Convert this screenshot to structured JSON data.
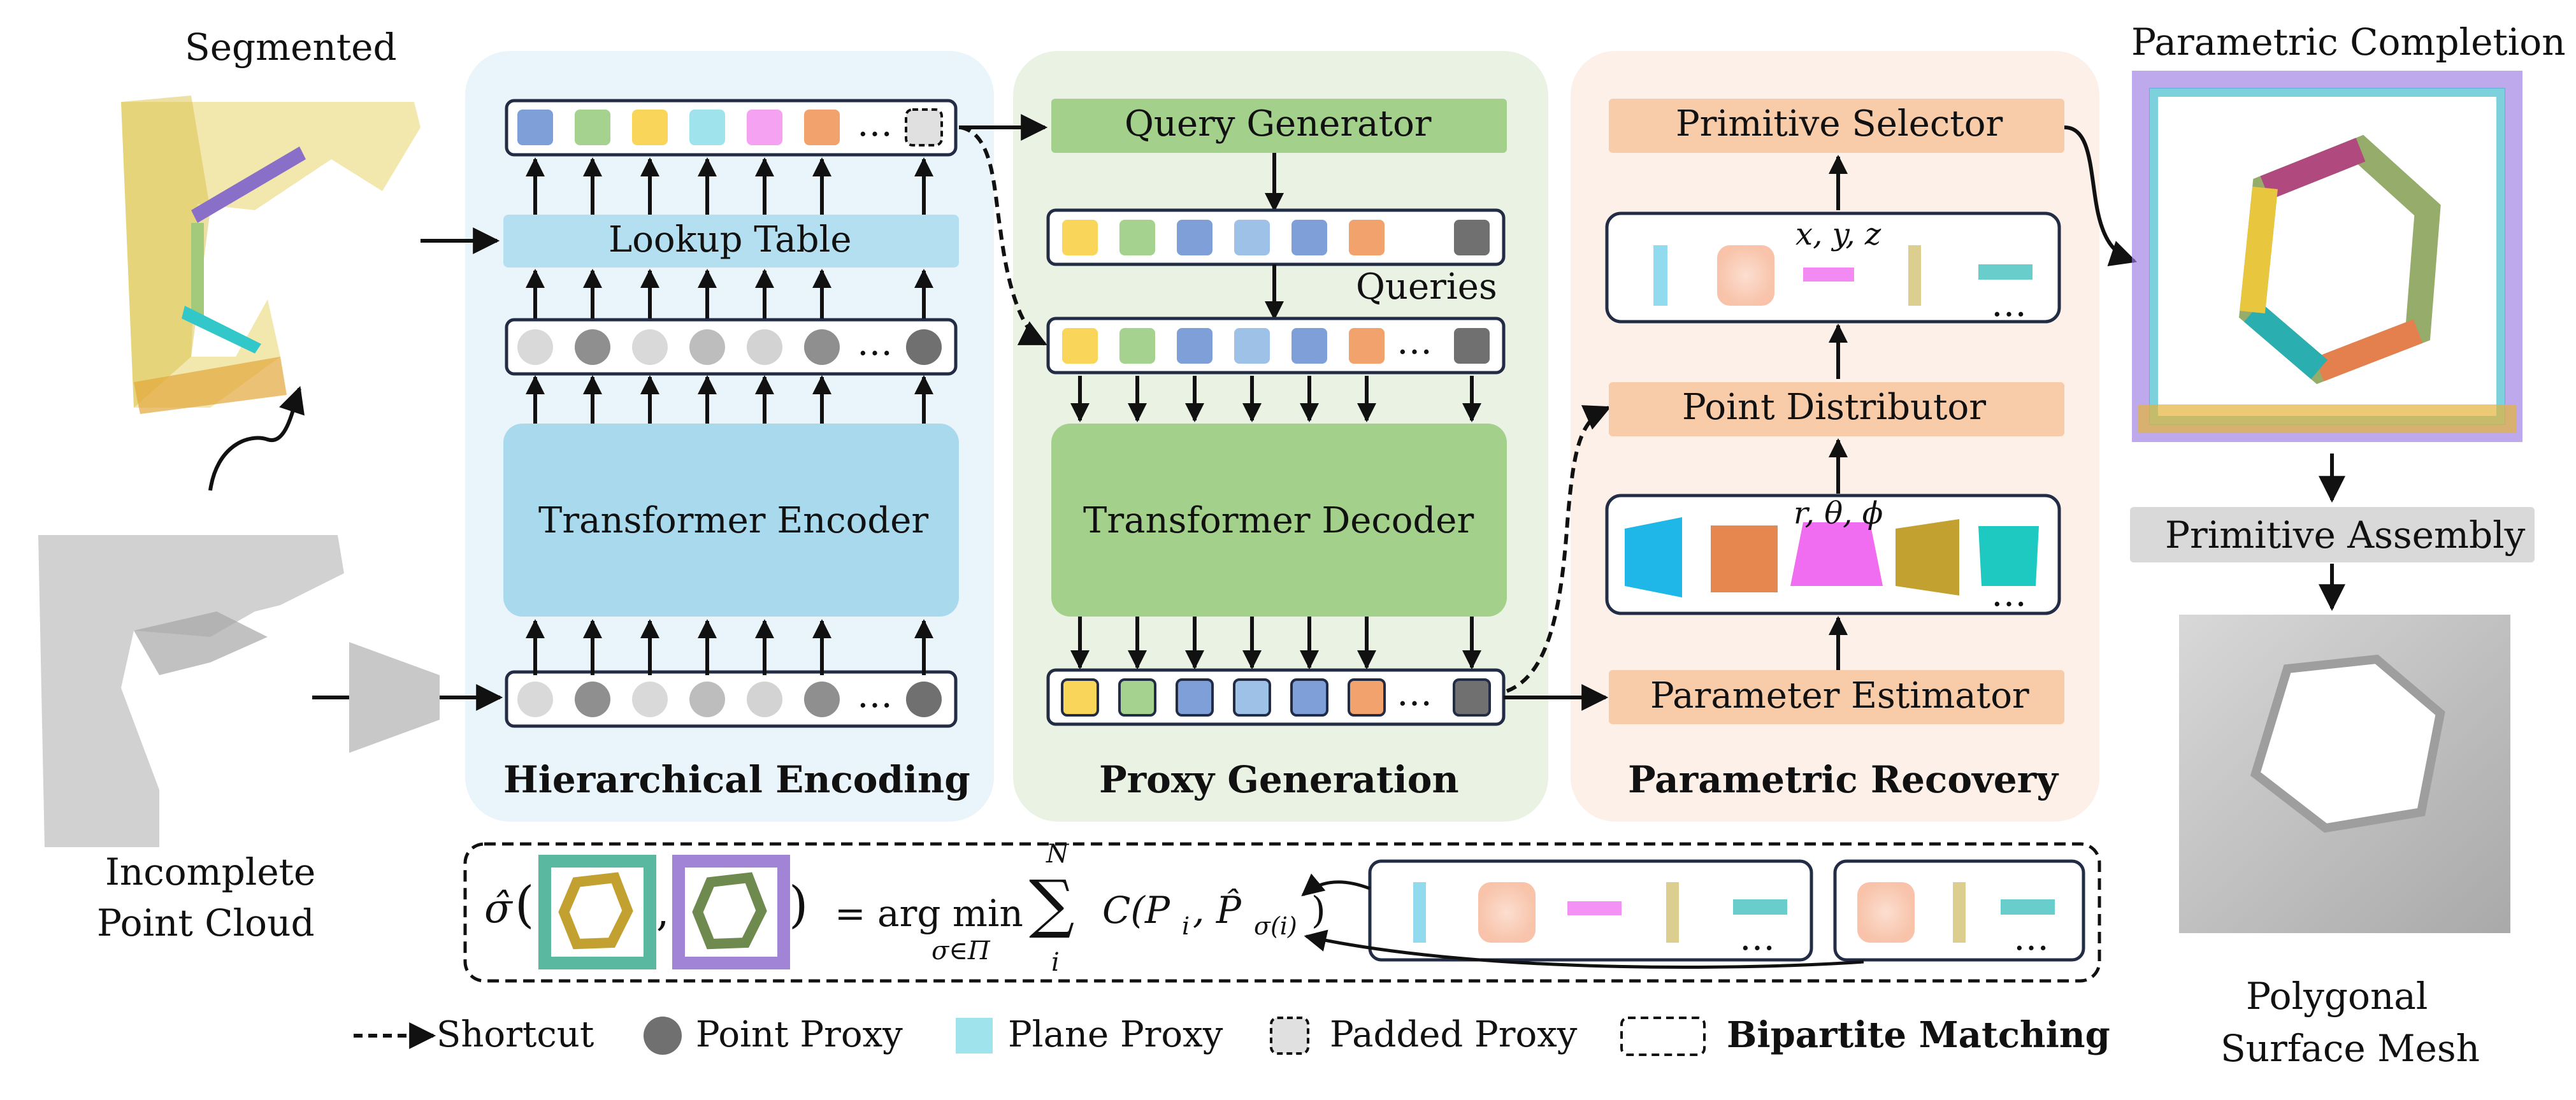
{
  "figure": {
    "segmented_label": "Segmented",
    "incomplete_label_1": "Incomplete",
    "incomplete_label_2": "Point Cloud",
    "parametric_completion_label": "Parametric Completion",
    "primitive_assembly_label": "Primitive Assembly",
    "polygonal_label_1": "Polygonal",
    "polygonal_label_2": "Surface Mesh"
  },
  "panels": {
    "encoding": {
      "title": "Hierarchical Encoding",
      "lookup_table": "Lookup Table",
      "transformer_encoder": "Transformer Encoder",
      "ellipsis": "…"
    },
    "proxy": {
      "title": "Proxy Generation",
      "query_generator": "Query Generator",
      "queries": "Queries",
      "transformer_decoder": "Transformer Decoder",
      "ellipsis": "…"
    },
    "recovery": {
      "title": "Parametric Recovery",
      "primitive_selector": "Primitive Selector",
      "xyz": "x, y, z",
      "point_distributor": "Point Distributor",
      "rtp": "r, θ, ϕ",
      "parameter_estimator": "Parameter Estimator",
      "ellipsis": "…"
    }
  },
  "matching": {
    "sigma_hat": "σ̂",
    "paren_open": "(",
    "comma": ",",
    "paren_close": ")",
    "equals_argmin": "= arg min",
    "argmin_sub": "σ∈Π",
    "sum_sym": "∑",
    "sum_top": "N",
    "sum_bottom": "i",
    "cost": "C(P",
    "cost_i": "i",
    "cost_mid": ", P̂",
    "cost_sub": "σ(i)",
    "cost_close": ")",
    "ellipsis": "…"
  },
  "legend": {
    "shortcut": "Shortcut",
    "point_proxy": "Point Proxy",
    "plane_proxy": "Plane Proxy",
    "padded_proxy": "Padded Proxy",
    "bipartite": "Bipartite Matching"
  },
  "colors": {
    "encoding_bg": "#eaf4fb",
    "proxy_bg": "#eaf3e3",
    "recovery_bg": "#fdf0e8",
    "lookup": "#b3dff0",
    "encoder": "#a9d9ec",
    "query_gen": "#a3d08b",
    "decoder": "#a3d08b",
    "recovery_box": "#f8cba9",
    "assembly": "#d9d9d9",
    "token_blue": "#7e9fd8",
    "token_green": "#a5d38f",
    "token_yellow": "#f9d65a",
    "token_cyan": "#9fe3ec",
    "token_pink": "#f6a2f3",
    "token_orange": "#f2a26c",
    "token_gray": "#d9d9d9",
    "token_dark": "#707070",
    "plane_cyan": "#1fb6e8",
    "plane_orange": "#e5874f",
    "plane_magenta": "#f06cf0",
    "plane_olive": "#c2a131",
    "plane_teal": "#1ec9c2"
  }
}
